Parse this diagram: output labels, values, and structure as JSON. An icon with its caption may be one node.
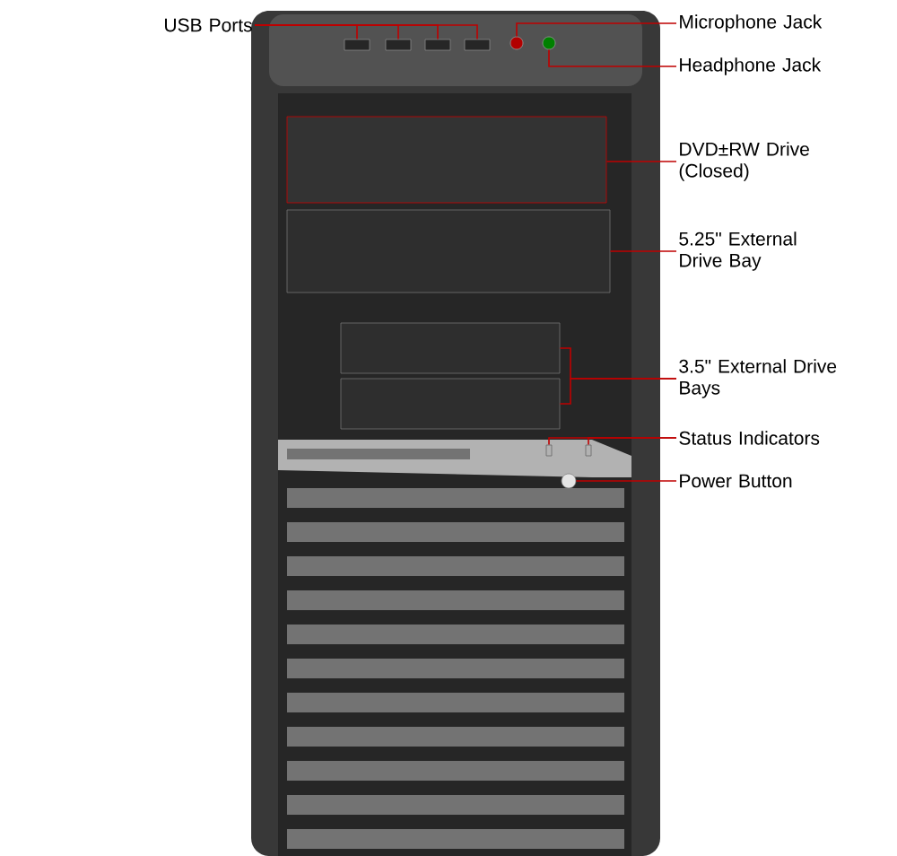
{
  "diagram": {
    "nodes": [
      {
        "text": [
          "USB Ports"
        ]
      },
      {
        "text": [
          "Microphone Jack"
        ]
      },
      {
        "text": [
          "Headphone Jack"
        ]
      },
      {
        "text": [
          "DVD±RW Drive (Closed)"
        ]
      },
      {
        "text": [
          "5.25\" External Drive Bay"
        ]
      },
      {
        "text": [
          "3.5\" External Drive Bays"
        ]
      },
      {
        "text": [
          "Status Indicators"
        ]
      },
      {
        "text": [
          "Power Button"
        ]
      },
      {
        "text": [],
        "shape": "box"
      },
      {
        "text": [],
        "shape": "box"
      },
      {
        "text": [],
        "shape": "box"
      },
      {
        "text": [],
        "shape": "box"
      },
      {
        "text": [],
        "shape": "circle"
      },
      {
        "text": [],
        "shape": "circle"
      },
      {
        "text": [],
        "shape": "box"
      },
      {
        "text": [],
        "shape": "box"
      },
      {
        "text": [],
        "shape": "box"
      },
      {
        "text": [],
        "shape": "box"
      },
      {
        "text": [],
        "shape": "box"
      },
      {
        "text": [],
        "shape": "box"
      },
      {
        "text": [],
        "shape": "circle"
      }
    ],
    "edges": [
      {
        "from": 0,
        "to": 8,
        "arrow": "none"
      },
      {
        "from": 0,
        "to": 9,
        "arrow": "none"
      },
      {
        "from": 0,
        "to": 10,
        "arrow": "none"
      },
      {
        "from": 0,
        "to": 11,
        "arrow": "none"
      },
      {
        "from": 1,
        "to": 12,
        "arrow": "none"
      },
      {
        "from": 2,
        "to": 13,
        "arrow": "none"
      },
      {
        "from": 3,
        "to": 14,
        "arrow": "none"
      },
      {
        "from": 4,
        "to": 15,
        "arrow": "none"
      },
      {
        "from": 5,
        "to": 16,
        "arrow": "none"
      },
      {
        "from": 5,
        "to": 17,
        "arrow": "none"
      },
      {
        "from": 6,
        "to": 18,
        "arrow": "none"
      },
      {
        "from": 6,
        "to": 19,
        "arrow": "none"
      },
      {
        "from": 7,
        "to": 20,
        "arrow": "none"
      }
    ]
  }
}
